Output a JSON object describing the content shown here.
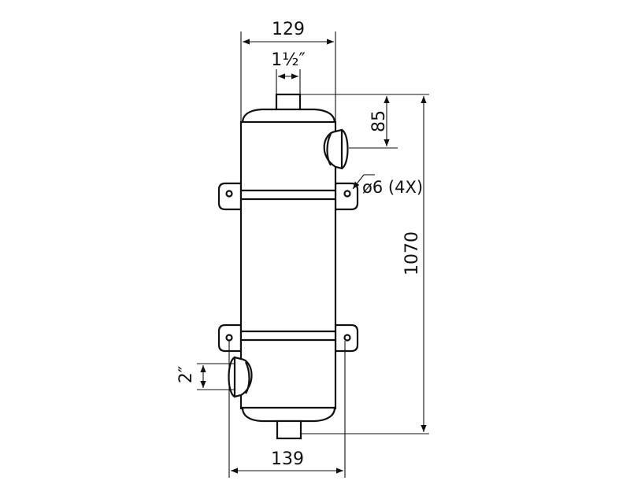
{
  "dimensions": {
    "top_width": "129",
    "top_inlet": "1½″",
    "offset_top": "85",
    "mount_hole": "ø6 (4X)",
    "total_height": "1070",
    "side_inlet": "2″",
    "bottom_width": "139"
  }
}
